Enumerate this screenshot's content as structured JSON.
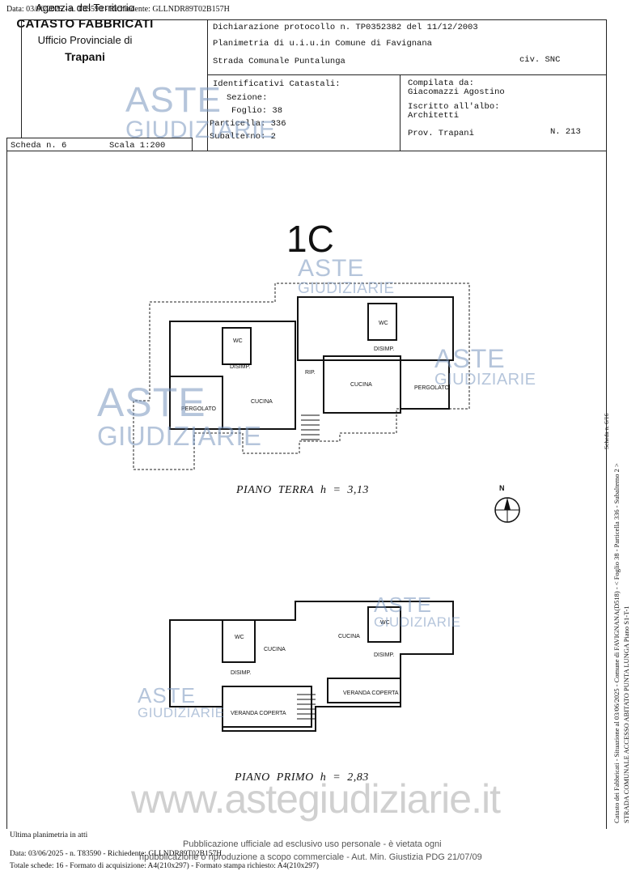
{
  "header_top": "Data: 03/06/2025 - n. T83590 - Richiedente: GLLNDR89T02B157H",
  "agency": {
    "line1": "Agenzia del Territorio",
    "line2": "CATASTO FABBRICATI",
    "line3": "Ufficio Provinciale di",
    "line4": "Trapani"
  },
  "protocol": {
    "dichiarazione": "Dichiarazione protocollo n. TP0352382 del 11/12/2003",
    "planimetria": "Planimetria di u.i.u.in Comune di Favignana",
    "strada": "Strada Comunale Puntalunga",
    "civ": "civ. SNC"
  },
  "identificativi": {
    "title": "Identificativi Catastali:",
    "sezione": "Sezione:",
    "foglio": "Foglio: 38",
    "particella": "Particella: 336",
    "subalterno": "Subalterno: 2"
  },
  "compilata": {
    "label": "Compilata da:",
    "name": "Giacomazzi Agostino",
    "iscritto": "Iscritto all'albo:",
    "albo": "Architetti",
    "prov": "Prov. Trapani",
    "numero": "N.   213"
  },
  "scheda": "Scheda n. 6",
  "scala": "Scala 1:200",
  "unit_label": "1C",
  "rooms": {
    "wc": "WC",
    "disimp": "DISIMP.",
    "cucina": "CUCINA",
    "pergolato": "PERGOLATO",
    "rip": "RIP.",
    "veranda": "VERANDA COPERTA"
  },
  "piano_terra": "PIANO  TERRA  h  =  3,13",
  "piano_primo": "PIANO  PRIMO  h  =  2,83",
  "north": "N",
  "watermark": {
    "aste": "ASTE",
    "giudiziarie": "GIUDIZIARIE",
    "site": "www.astegiudiziarie.it"
  },
  "footer": {
    "ultima": "Ultima planimetria in atti",
    "pub1": "Pubblicazione ufficiale ad esclusivo uso personale - è vietata ogni",
    "pub2": "ripubblicazione o riproduzione a scopo commerciale - Aut. Min. Giustizia PDG 21/07/09",
    "data": "Data: 03/06/2025 - n. T83590 - Richiedente: GLLNDR89T02B157H",
    "totale": "Totale schede: 16 - Formato di acquisizione: A4(210x297) - Formato stampa richiesto: A4(210x297)"
  },
  "side": {
    "line1": "Catasto dei Fabbricati - Situazione al 03/06/2025 - Comune di FAVIGNANA(D518) - < Foglio 38 - Particella 336 - Subalterno 2 >",
    "line2": "STRADA COMUNALE ACCESSO ABITATO PUNTA LUNGA Piano S1-T-1",
    "line3": "Scheda n. 6/16"
  }
}
